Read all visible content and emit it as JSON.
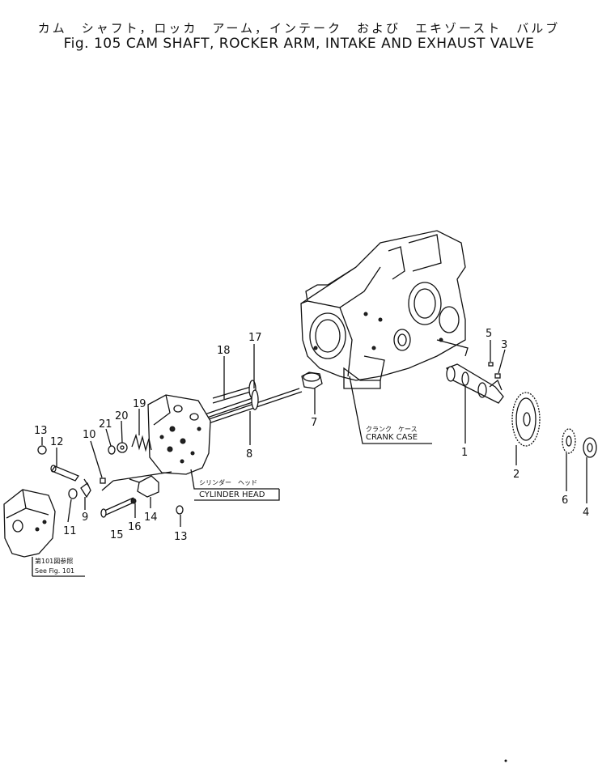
{
  "title": {
    "japanese": "カム　シャフト，ロッカ　アーム，インテーク　および　エキゾースト　バルブ",
    "english": "Fig. 105 CAM SHAFT, ROCKER ARM, INTAKE AND EXHAUST VALVE"
  },
  "captions": {
    "crank_case_jp": "クランク　ケース",
    "crank_case_en": "CRANK CASE",
    "cylinder_head_jp": "シリンダー　ヘッド",
    "cylinder_head_en": "CYLINDER HEAD",
    "see_fig_jp": "第101図参照",
    "see_fig_en": "See Fig. 101"
  },
  "callouts": [
    "1",
    "2",
    "3",
    "4",
    "5",
    "6",
    "7",
    "8",
    "9",
    "10",
    "11",
    "12",
    "13",
    "13",
    "14",
    "15",
    "16",
    "17",
    "18",
    "19",
    "20",
    "21"
  ]
}
